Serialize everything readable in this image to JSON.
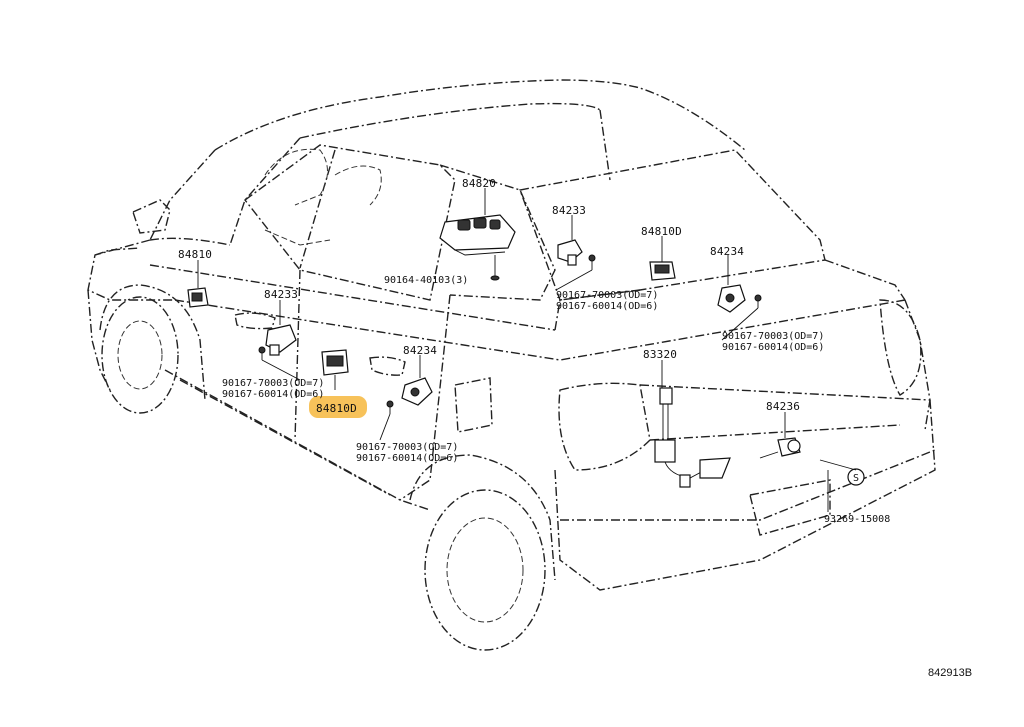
{
  "figure_id": "842913B",
  "highlight_color": "#f7c25a",
  "callouts": {
    "p84820": "84820",
    "p90164": "90164-40103(3)",
    "p84233_rear": "84233",
    "p84810d_rear": "84810D",
    "p84234_rear": "84234",
    "p90167_70003_a": "90167-70003(OD=7)",
    "p90167_60014_a": "90167-60014(OD=6)",
    "p90167_70003_b": "90167-70003(OD=7)",
    "p90167_60014_b": "90167-60014(OD=6)",
    "p84810_front": "84810",
    "p84233_front": "84233",
    "p90167_70003_c": "90167-70003(OD=7)",
    "p90167_60014_c": "90167-60014(OD=6)",
    "p84810d_front": "84810D",
    "p84234_front": "84234",
    "p90167_70003_d": "90167-70003(OD=7)",
    "p90167_60014_d": "90167-60014(OD=6)",
    "p83320": "83320",
    "p84236": "84236",
    "p93269": "93269-15008",
    "s_mark": "S"
  },
  "icons": [
    "power-window-master-switch-icon",
    "window-switch-icon",
    "door-courtesy-switch-icon",
    "bolt-icon",
    "wire-harness-icon",
    "fuel-lid-switch-icon",
    "screw-mark-icon"
  ]
}
